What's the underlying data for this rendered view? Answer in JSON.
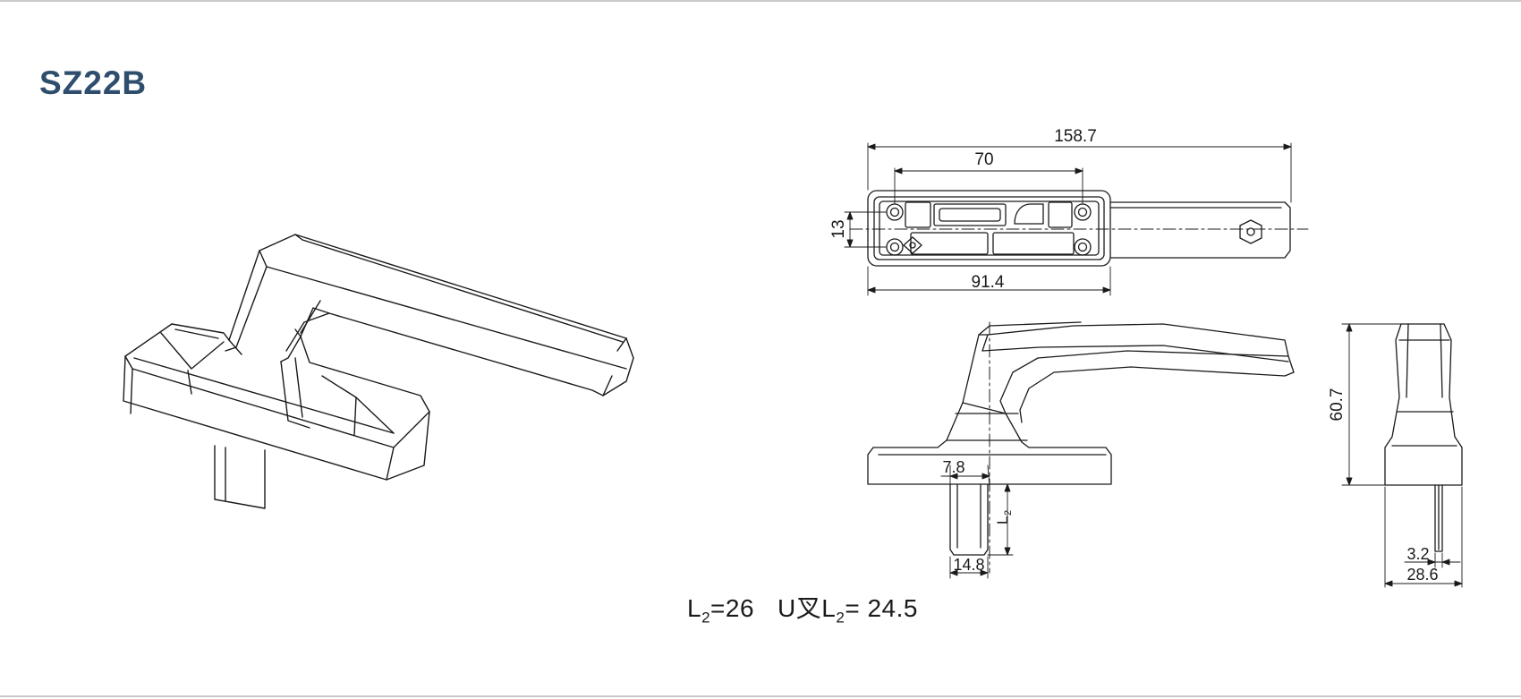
{
  "title": "SZ22B",
  "dimensions": {
    "overall_length": "158.7",
    "hole_spacing": "70",
    "base_width": "13",
    "base_length": "91.4",
    "height": "60.7",
    "spindle_offset": "7.8",
    "spindle_length_label": "L",
    "spindle_length_sub": "2",
    "spindle_width": "14.8",
    "spindle_thickness": "3.2",
    "base_depth": "28.6"
  },
  "formula": {
    "part1_prefix": "L",
    "part1_sub": "2",
    "part1_value": "=26",
    "part2_prefix": "U叉L",
    "part2_sub": "2",
    "part2_value": "= 24.5"
  },
  "colors": {
    "title": "#2f4e6e",
    "line": "#1a1a1a",
    "rule": "#c9c9c9"
  }
}
